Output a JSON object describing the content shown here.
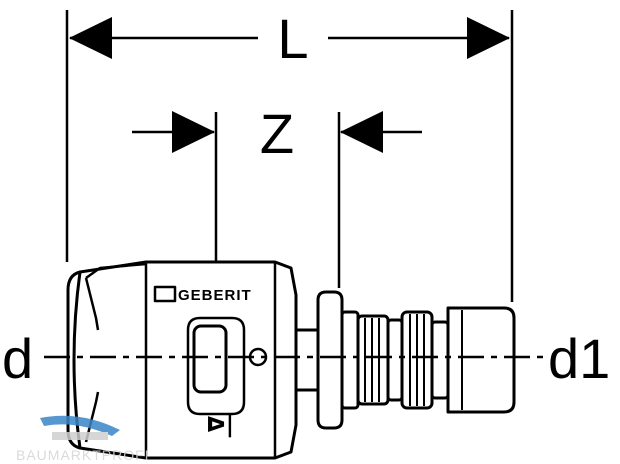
{
  "dimensions": {
    "length_label": "L",
    "insertion_label": "Z",
    "left_diameter_label": "d",
    "right_diameter_label": "d1"
  },
  "fitting": {
    "brand_label": "GEBERIT",
    "end_symbol": "ᐅ|"
  },
  "watermark": {
    "text": "BAUMARKTPROFI"
  },
  "colors": {
    "line": "#000000",
    "background": "#ffffff",
    "watermark_blue": "#3a86c8",
    "watermark_grey": "#cfcfcf"
  }
}
